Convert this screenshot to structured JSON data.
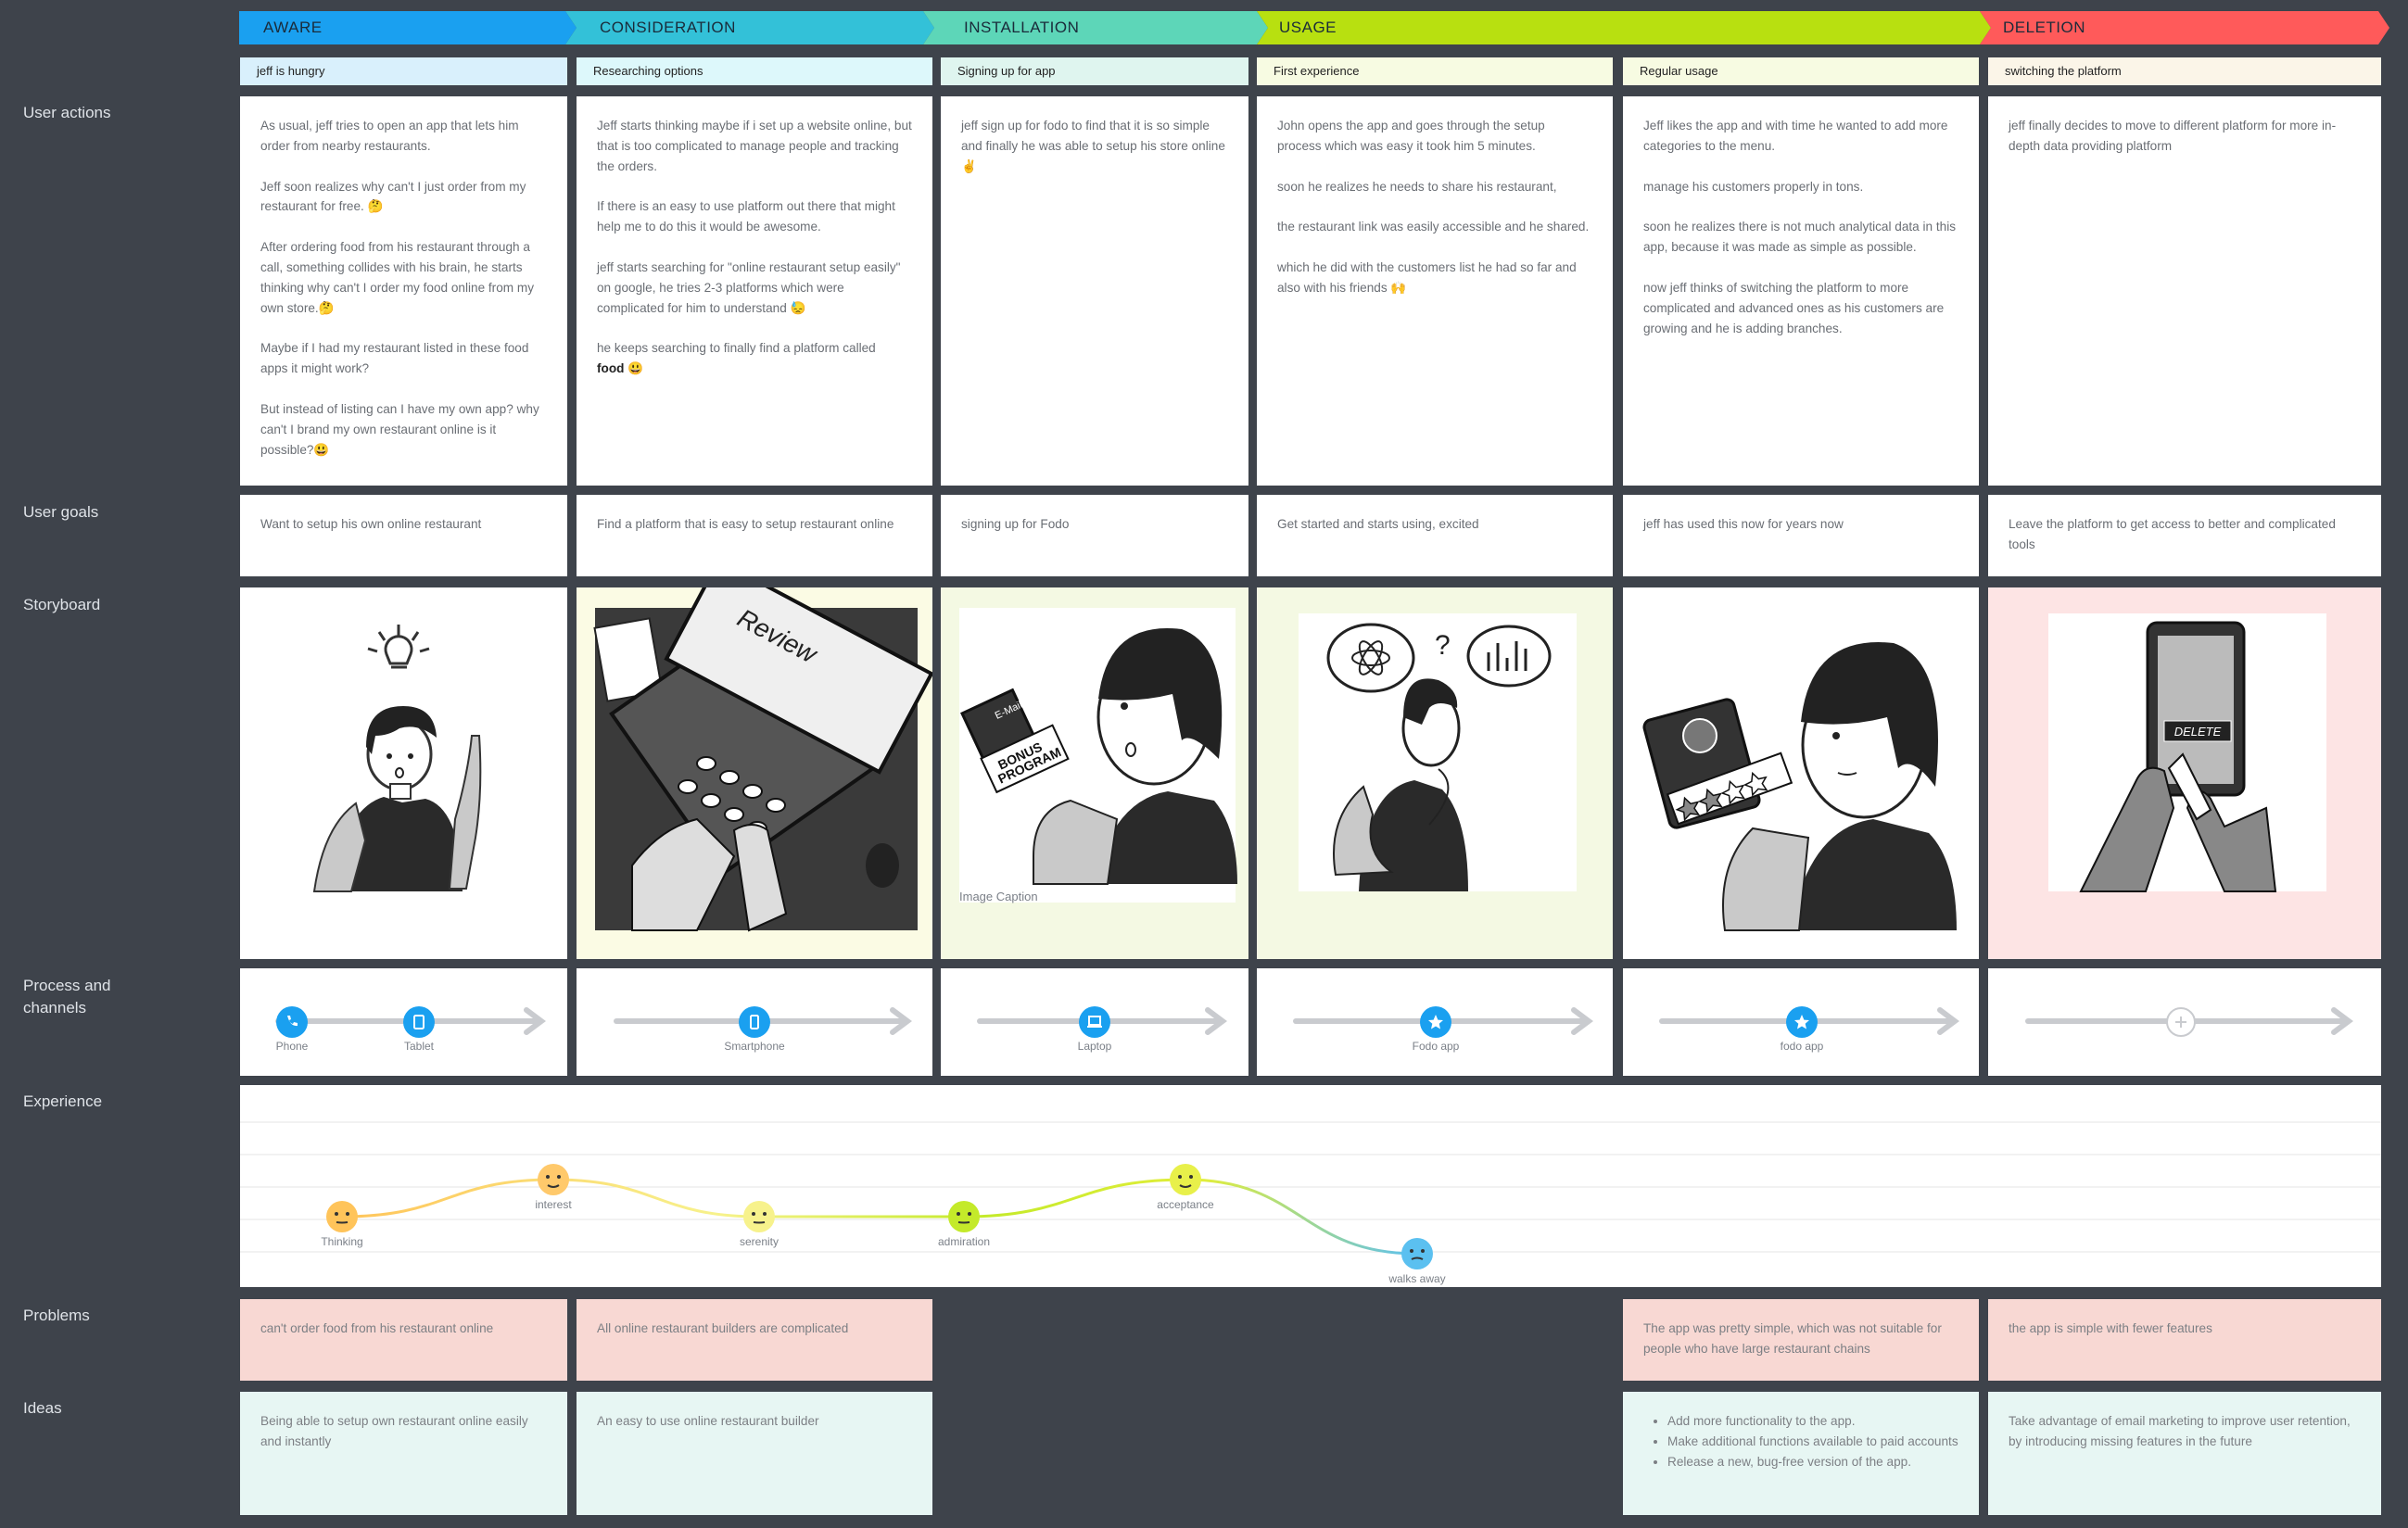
{
  "row_labels": {
    "user_actions": "User actions",
    "user_goals": "User goals",
    "storyboard": "Storyboard",
    "process_1": "Process and",
    "process_2": "channels",
    "experience": "Experience",
    "problems": "Problems",
    "ideas": "Ideas"
  },
  "phases": [
    {
      "label": "AWARE",
      "color": "#1aa0f0"
    },
    {
      "label": "CONSIDERATION",
      "color": "#33c1d8"
    },
    {
      "label": "INSTALLATION",
      "color": "#5dd6b8"
    },
    {
      "label": "USAGE",
      "color": "#b8e010"
    },
    {
      "label": "DELETION",
      "color": "#ff5a5a"
    }
  ],
  "stages": [
    {
      "label": "jeff is hungry",
      "color": "#d9f0fc"
    },
    {
      "label": "Researching options",
      "color": "#ddf8fb"
    },
    {
      "label": "Signing up for app",
      "color": "#dff5ef"
    },
    {
      "label": "First experience",
      "color": "#f7fbe2"
    },
    {
      "label": "Regular usage",
      "color": "#f7fbe2"
    },
    {
      "label": "switching the platform",
      "color": "#fbf5e8"
    }
  ],
  "actions": [
    [
      "As usual, jeff tries to open an app that lets him order from nearby restaurants.",
      "Jeff soon realizes why can't I just order from my restaurant for free. 🤔",
      "After ordering food from his restaurant through a call, something collides with his brain, he starts thinking why can't I order my food online from my own store.🤔",
      "Maybe if I had my restaurant listed in these food apps it might work?",
      "But instead of listing can I have my own app? why can't I brand my own restaurant online is it possible?😃"
    ],
    [
      "Jeff starts thinking maybe if i set up a website online, but that is too complicated to manage people and tracking the orders.",
      "If there is an easy to use platform out there that might help me to do this it would be awesome.",
      "",
      "jeff starts searching for \"online restaurant setup easily\" on google, he tries 2-3 platforms which were complicated for him to understand 😓",
      "he keeps searching to finally find a platform called"
    ],
    [
      "jeff sign up for fodo to find that it is so simple and finally he was able to setup his store online ✌️"
    ],
    [
      "John opens the app and goes through the setup process which was easy it took him 5 minutes.",
      "soon he realizes he needs to share his restaurant,",
      "the restaurant link was easily accessible and he shared.",
      "which he did with the customers list he had so far and also with his friends 🙌"
    ],
    [
      "Jeff likes the app and with time he wanted to add more categories to the menu.",
      "manage his customers properly in tons.",
      "soon he realizes there is not much analytical data in this app, because it was made as simple as possible.",
      "now jeff thinks of switching the platform to more complicated and advanced ones as his customers are growing and he is adding branches."
    ],
    [
      "jeff finally decides to move to different platform for more in-depth data providing platform"
    ]
  ],
  "food_word": "food 😃",
  "goals": [
    "Want to setup his own online restaurant",
    "Find a platform that is easy to setup restaurant online",
    "signing up for Fodo",
    "Get started and starts using, excited",
    "jeff has used this now for years now",
    "Leave the platform to get access to better and complicated tools"
  ],
  "storyboard": {
    "caption": "Image Caption",
    "review_word": "Review",
    "bonus_1": "BONUS",
    "bonus_2": "PROGRAM",
    "email_word": "E-Mail",
    "delete_word": "DELETE",
    "colors": [
      "#ffffff",
      "#fbfbe4",
      "#f4f9e3",
      "#f4f9e3",
      "#ffffff",
      "#fde4e4"
    ]
  },
  "channels": [
    {
      "label": "Phone",
      "icon": "phone-icon"
    },
    {
      "label": "Tablet",
      "icon": "tablet-icon"
    },
    {
      "label": "Smartphone",
      "icon": "smartphone-icon"
    },
    {
      "label": "Laptop",
      "icon": "laptop-icon"
    },
    {
      "label": "Fodo app",
      "icon": "star-icon"
    },
    {
      "label": "fodo app",
      "icon": "star-icon"
    }
  ],
  "experience": [
    {
      "label": "Thinking",
      "level": 2,
      "color": "#ffc45a"
    },
    {
      "label": "interest",
      "level": 4,
      "color": "#ffc96b"
    },
    {
      "label": "serenity",
      "level": 2,
      "color": "#f7f28c"
    },
    {
      "label": "admiration",
      "level": 2,
      "color": "#c4ea2a"
    },
    {
      "label": "acceptance",
      "level": 4,
      "color": "#e8f04a"
    },
    {
      "label": "walks away",
      "level": 0,
      "color": "#5bc0f0"
    }
  ],
  "problems": [
    "can't order food from his restaurant online",
    "All online restaurant builders are complicated",
    "The app was pretty simple, which was not suitable for people who have large restaurant chains",
    "the app is simple with fewer features"
  ],
  "ideas": {
    "aware": "Being able to setup own restaurant online easily and instantly",
    "consideration": "An easy to use online restaurant builder",
    "usage": [
      "Add more functionality to the app.",
      "Make additional functions available to paid accounts",
      "Release a new, bug-free version of the app."
    ],
    "deletion": "Take advantage of email marketing to improve user retention, by introducing missing features in the future"
  }
}
